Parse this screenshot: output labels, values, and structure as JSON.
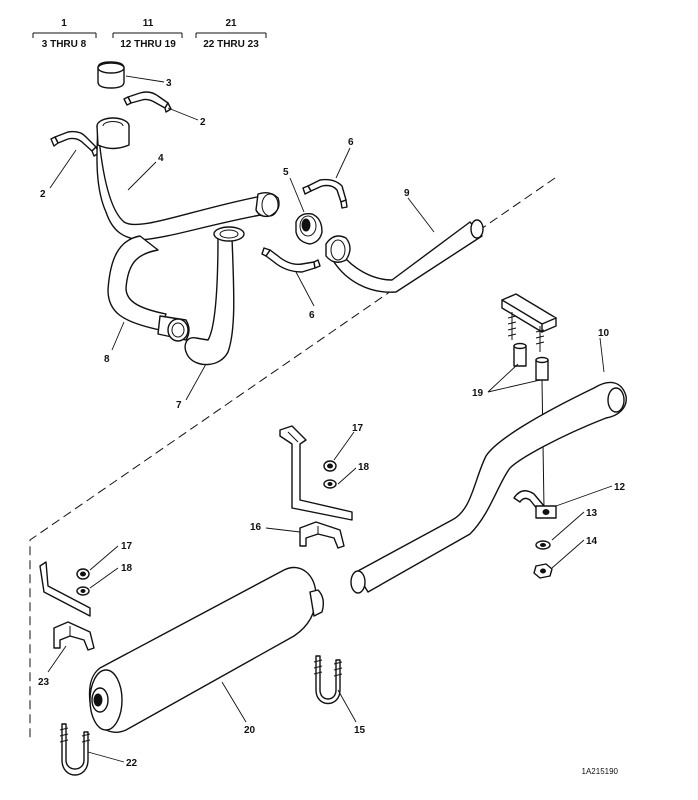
{
  "header": {
    "groups": [
      {
        "num": "1",
        "range": "3 THRU 8"
      },
      {
        "num": "11",
        "range": "12 THRU 19"
      },
      {
        "num": "21",
        "range": "22 THRU 23"
      }
    ]
  },
  "callouts": {
    "c3": "3",
    "c2a": "2",
    "c2b": "2",
    "c4": "4",
    "c5": "5",
    "c6a": "6",
    "c6b": "6",
    "c9": "9",
    "c8": "8",
    "c7": "7",
    "c10": "10",
    "c19": "19",
    "c17a": "17",
    "c18a": "18",
    "c16": "16",
    "c12": "12",
    "c13": "13",
    "c14": "14",
    "c17b": "17",
    "c18b": "18",
    "c23": "23",
    "c20": "20",
    "c15": "15",
    "c22": "22"
  },
  "figure_code": "1A215190"
}
